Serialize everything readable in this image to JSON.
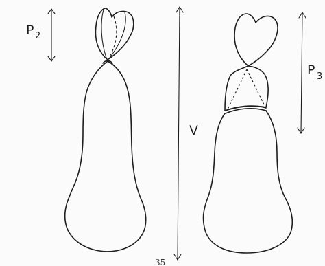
{
  "labels": {
    "p2": "P",
    "p2_sub": "2",
    "p3": "P",
    "p3_sub": "3",
    "v": "V"
  },
  "page_number": "35"
}
